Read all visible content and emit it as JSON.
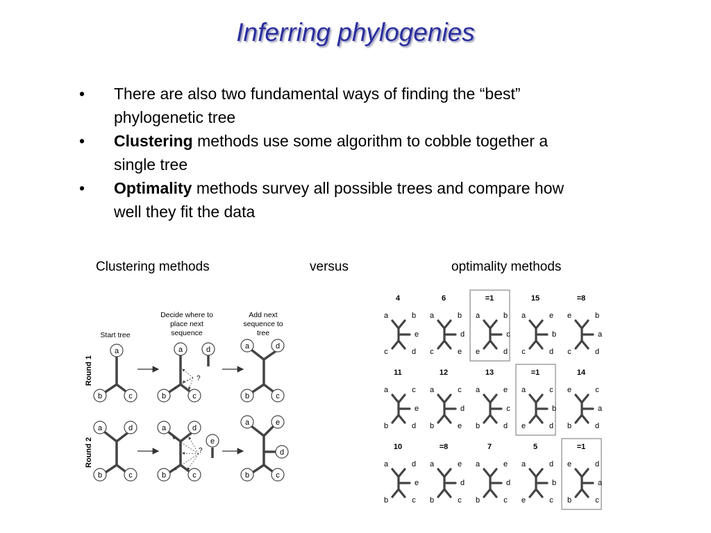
{
  "title": "Inferring phylogenies",
  "bullets": [
    {
      "bold": "",
      "text": "There are also two fundamental ways of finding the “best” phylogenetic tree"
    },
    {
      "bold": "Clustering",
      "text": " methods use some algorithm to cobble together a single tree"
    },
    {
      "bold": "Optimality",
      "text": " methods survey all possible trees and compare how well they fit the data"
    }
  ],
  "bullet_glyph": "•",
  "captions": {
    "left": "Clustering methods",
    "middle": "versus",
    "right": "optimality methods"
  },
  "clustering": {
    "headers": [
      "Start tree",
      "Decide where to place next sequence",
      "Add next sequence to tree"
    ],
    "rounds": [
      "Round 1",
      "Round 2"
    ],
    "question_mark": "?",
    "leaves": {
      "r1_start": [
        "a",
        "b",
        "c"
      ],
      "r1_decide": [
        "a",
        "b",
        "c",
        "d"
      ],
      "r1_add": [
        "a",
        "d",
        "b",
        "c"
      ],
      "r2_start": [
        "a",
        "d",
        "b",
        "c"
      ],
      "r2_decide": [
        "a",
        "d",
        "b",
        "c",
        "e"
      ],
      "r2_add": [
        "a",
        "e",
        "d",
        "b",
        "c"
      ]
    }
  },
  "optimality": {
    "trees": [
      {
        "score": "4",
        "leaves": [
          "a",
          "b",
          "e",
          "c",
          "d"
        ],
        "highlight": false
      },
      {
        "score": "6",
        "leaves": [
          "a",
          "b",
          "d",
          "c",
          "e"
        ],
        "highlight": false
      },
      {
        "score": "=1",
        "leaves": [
          "a",
          "b",
          "c",
          "e",
          "d"
        ],
        "highlight": true
      },
      {
        "score": "15",
        "leaves": [
          "a",
          "e",
          "b",
          "c",
          "d"
        ],
        "highlight": false
      },
      {
        "score": "=8",
        "leaves": [
          "e",
          "b",
          "a",
          "c",
          "d"
        ],
        "highlight": false
      },
      {
        "score": "11",
        "leaves": [
          "a",
          "c",
          "e",
          "b",
          "d"
        ],
        "highlight": false
      },
      {
        "score": "12",
        "leaves": [
          "a",
          "c",
          "d",
          "b",
          "e"
        ],
        "highlight": false
      },
      {
        "score": "13",
        "leaves": [
          "a",
          "e",
          "c",
          "b",
          "d"
        ],
        "highlight": false
      },
      {
        "score": "=1",
        "leaves": [
          "a",
          "c",
          "b",
          "e",
          "d"
        ],
        "highlight": true
      },
      {
        "score": "14",
        "leaves": [
          "e",
          "c",
          "a",
          "b",
          "d"
        ],
        "highlight": false
      },
      {
        "score": "10",
        "leaves": [
          "a",
          "d",
          "e",
          "b",
          "c"
        ],
        "highlight": false
      },
      {
        "score": "=8",
        "leaves": [
          "a",
          "e",
          "d",
          "b",
          "c"
        ],
        "highlight": false
      },
      {
        "score": "7",
        "leaves": [
          "a",
          "e",
          "d",
          "b",
          "c"
        ],
        "highlight": false
      },
      {
        "score": "5",
        "leaves": [
          "a",
          "d",
          "b",
          "e",
          "c"
        ],
        "highlight": false
      },
      {
        "score": "=1",
        "leaves": [
          "e",
          "d",
          "a",
          "b",
          "c"
        ],
        "highlight": true
      }
    ]
  }
}
